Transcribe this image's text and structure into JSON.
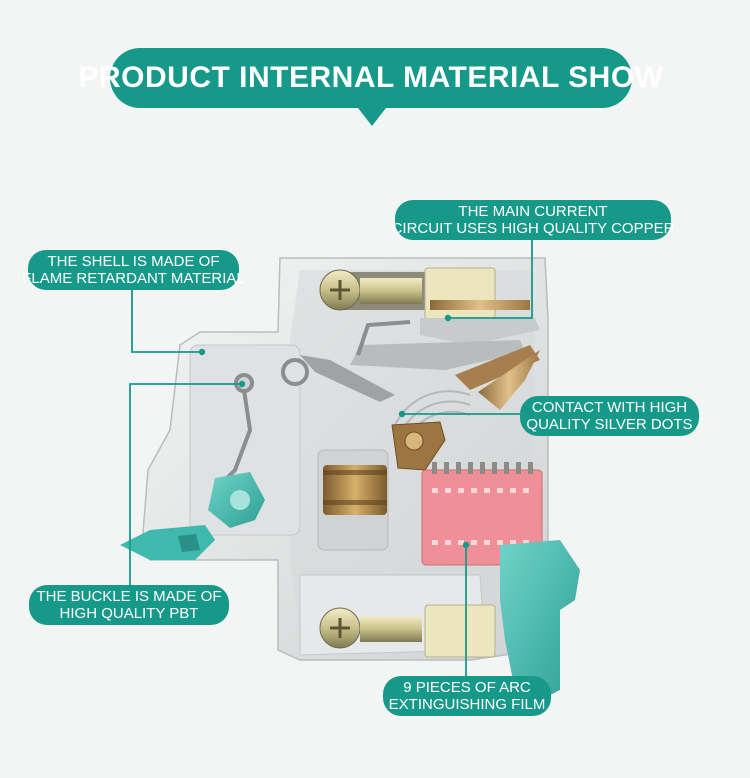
{
  "title": "PRODUCT INTERNAL MATERIAL SHOW",
  "callouts": {
    "copper": {
      "line1": "THE MAIN CURRENT",
      "line2": "CIRCUIT USES HIGH QUALITY COPPER"
    },
    "shell": {
      "line1": "THE SHELL IS MADE OF",
      "line2": "FLAME RETARDANT MATERIAL"
    },
    "silver": {
      "line1": "CONTACT WITH HIGH",
      "line2": "QUALITY SILVER DOTS"
    },
    "buckle": {
      "line1": "THE BUCKLE IS MADE OF",
      "line2": "HIGH QUALITY PBT"
    },
    "arc": {
      "line1": "9 PIECES OF ARC",
      "line2": "EXTINGUISHING FILM"
    }
  },
  "colors": {
    "accent": "#17998a",
    "background": "#f3f4f4",
    "shell": "#e3e5e6",
    "copper": "#c9a36b",
    "arc_chamber": "#ef8f97",
    "buckle": "#3fb8ae"
  }
}
